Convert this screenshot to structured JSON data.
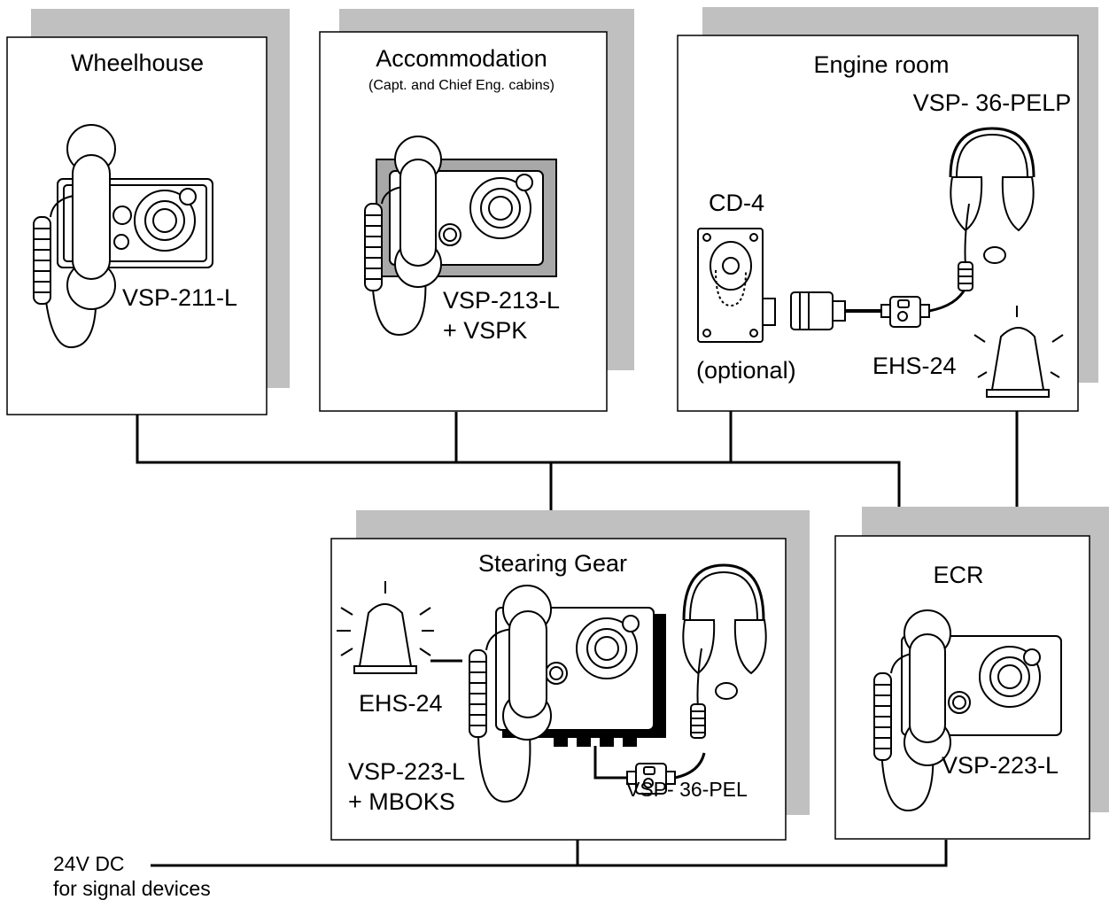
{
  "rooms": {
    "wheelhouse": {
      "title": "Wheelhouse",
      "device": "VSP-211-L"
    },
    "accommodation": {
      "title": "Accommodation",
      "subtitle": "(Capt. and Chief Eng. cabins)",
      "device": "VSP-213-L",
      "device2": "+ VSPK"
    },
    "engine_room": {
      "title": "Engine room",
      "headset": "VSP- 36-PELP",
      "cd4": "CD-4",
      "optional": "(optional)",
      "beacon": "EHS-24"
    },
    "steering_gear": {
      "title": "Stearing Gear",
      "beacon": "EHS-24",
      "device": "VSP-223-L",
      "device2": "+ MBOKS",
      "headset": "VSP- 36-PEL"
    },
    "ecr": {
      "title": "ECR",
      "device": "VSP-223-L"
    }
  },
  "power": {
    "line1": "24V DC",
    "line2": "for signal devices"
  },
  "colors": {
    "shadow": "#c0c0c0",
    "panel": "#ffffff",
    "line": "#000000",
    "accent_gray": "#a8a8a8"
  }
}
